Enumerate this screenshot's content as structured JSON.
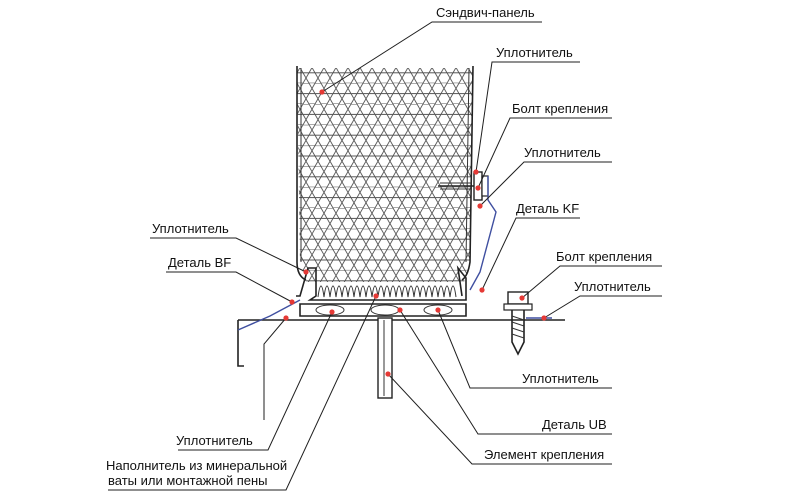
{
  "labels": {
    "sandwich_panel": "Сэндвич-панель",
    "seal_top": "Уплотнитель",
    "bolt_top": "Болт крепления",
    "seal_mid": "Уплотнитель",
    "detail_kf": "Деталь KF",
    "seal_left": "Уплотнитель",
    "detail_bf": "Деталь BF",
    "bolt_right": "Болт крепления",
    "seal_right": "Уплотнитель",
    "seal_bottom_right": "Уплотнитель",
    "detail_ub": "Деталь UB",
    "fastening_element": "Элемент крепления",
    "seal_bottom_left": "Уплотнитель",
    "filler_line1": "Наполнитель из минеральной",
    "filler_line2": "ваты или монтажной пены"
  },
  "colors": {
    "line": "#1f1f1f",
    "marker": "#e53935",
    "seal": "#3f4fa0",
    "honeycomb": "#555555"
  }
}
